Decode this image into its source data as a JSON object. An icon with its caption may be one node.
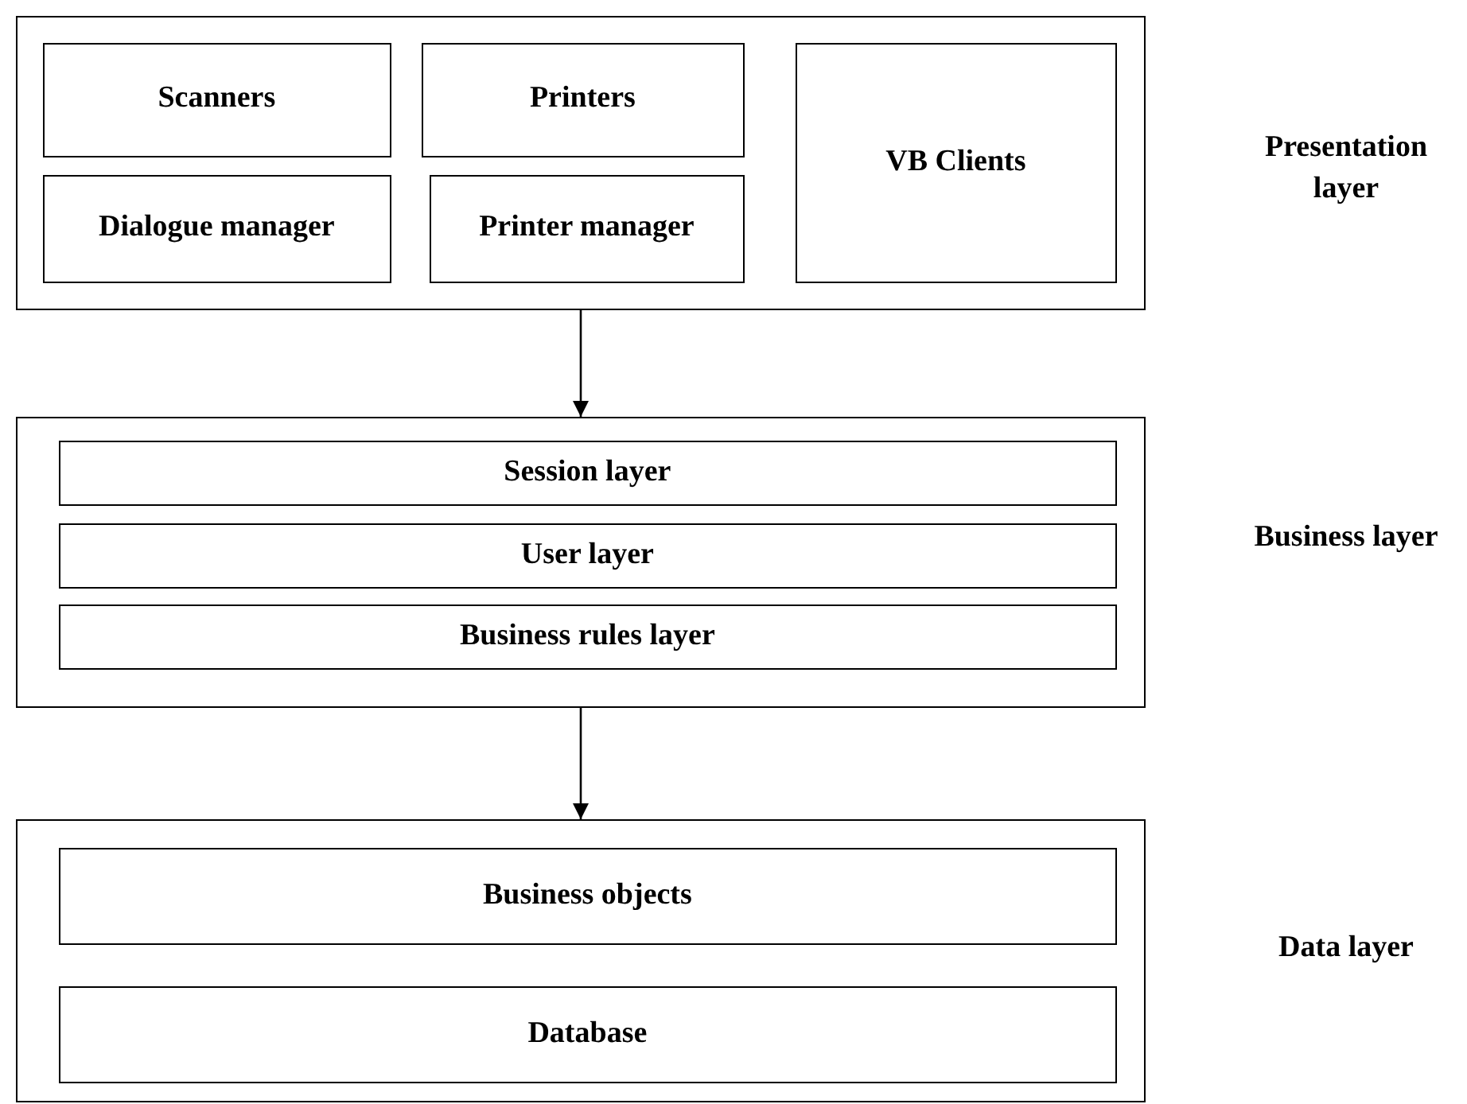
{
  "diagram": {
    "nodes": [
      {
        "text": [],
        "shape": "box"
      },
      {
        "text": [
          "Scanners"
        ],
        "in": 0
      },
      {
        "text": [
          "Printers"
        ],
        "in": 0
      },
      {
        "text": [
          "VB Clients"
        ],
        "in": 0
      },
      {
        "text": [
          "Dialogue manager"
        ],
        "in": 0
      },
      {
        "text": [
          "Printer manager"
        ],
        "in": 0
      },
      {
        "text": [],
        "shape": "box"
      },
      {
        "text": [
          "Session layer"
        ],
        "in": 6
      },
      {
        "text": [
          "User layer"
        ],
        "in": 6
      },
      {
        "text": [
          "Business rules layer"
        ],
        "in": 6
      },
      {
        "text": [],
        "shape": "box"
      },
      {
        "text": [
          "Business objects"
        ],
        "in": 10
      },
      {
        "text": [
          "Database"
        ],
        "in": 10
      }
    ],
    "edges": [
      {
        "from": 0,
        "to": 6,
        "arrow": "to"
      },
      {
        "from": 6,
        "to": 10,
        "arrow": "to"
      }
    ],
    "labels": [
      "Presentation layer",
      "Business layer",
      "Data layer"
    ]
  }
}
